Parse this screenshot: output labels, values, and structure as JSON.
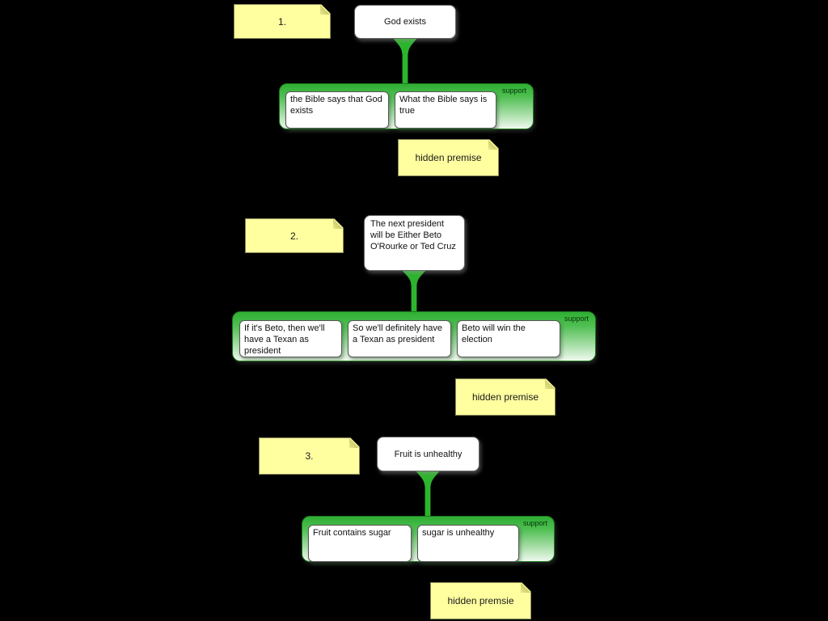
{
  "canvas": {
    "background": "#000000"
  },
  "colors": {
    "note_bg": "#ffffa0",
    "support_green": "#2fae33",
    "box_bg": "#ffffff",
    "connector_green": "#2db42d"
  },
  "arguments": [
    {
      "note": "1.",
      "claim": "God exists",
      "support_label": "support",
      "premises": [
        "the Bible says that God exists",
        "What the Bible says is true"
      ],
      "hidden_note": "hidden premise"
    },
    {
      "note": "2.",
      "claim": "The next president will be Either Beto O'Rourke or Ted Cruz",
      "support_label": "support",
      "premises": [
        "If it's Beto, then we'll have a Texan as president",
        "So we'll definitely have a Texan as president",
        "Beto will win the election"
      ],
      "hidden_note": "hidden premise"
    },
    {
      "note": "3.",
      "claim": "Fruit is unhealthy",
      "support_label": "support",
      "premises": [
        "Fruit contains sugar",
        "sugar is unhealthy"
      ],
      "hidden_note": "hidden premsie"
    }
  ]
}
